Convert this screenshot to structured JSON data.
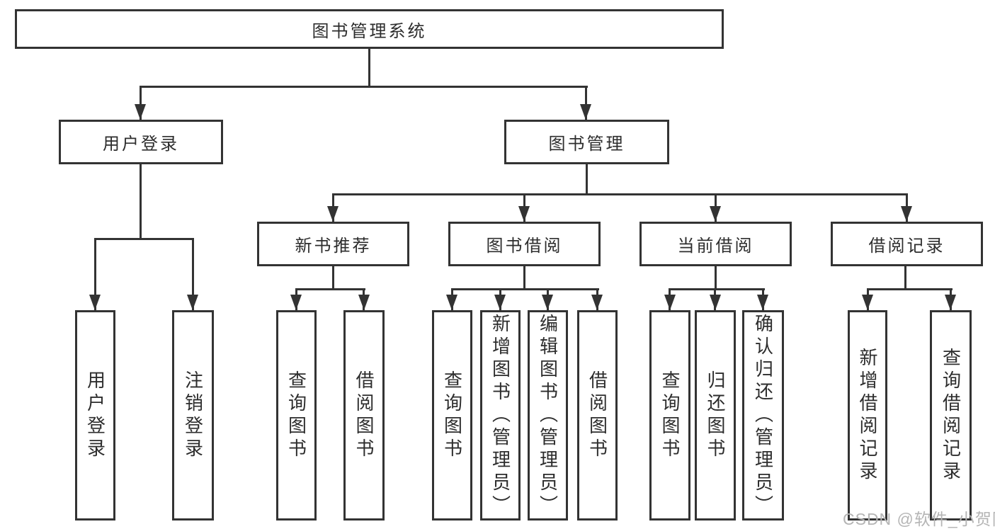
{
  "diagram": {
    "type": "hierarchy-tree",
    "title": "图书管理系统",
    "nodes": {
      "root": "图书管理系统",
      "user_login": "用户登录",
      "book_mgmt": "图书管理",
      "new_book_rec": "新书推荐",
      "book_borrow": "图书借阅",
      "current_borrow": "当前借阅",
      "borrow_record": "借阅记录",
      "leaf_user_login": "用户登录",
      "leaf_logout": "注销登录",
      "leaf_nbr_query": "查询图书",
      "leaf_nbr_borrow": "借阅图书",
      "leaf_bb_query": "查询图书",
      "leaf_bb_add": "新增图书（管理员）",
      "leaf_bb_edit": "编辑图书（管理员）",
      "leaf_bb_borrow": "借阅图书",
      "leaf_cb_query": "查询图书",
      "leaf_cb_return": "归还图书",
      "leaf_cb_confirm": "确认归还（管理员）",
      "leaf_br_add": "新增借阅记录",
      "leaf_br_query": "查询借阅记录"
    },
    "edges": [
      [
        "图书管理系统",
        "用户登录"
      ],
      [
        "图书管理系统",
        "图书管理"
      ],
      [
        "用户登录",
        "用户登录"
      ],
      [
        "用户登录",
        "注销登录"
      ],
      [
        "图书管理",
        "新书推荐"
      ],
      [
        "图书管理",
        "图书借阅"
      ],
      [
        "图书管理",
        "当前借阅"
      ],
      [
        "图书管理",
        "借阅记录"
      ],
      [
        "新书推荐",
        "查询图书"
      ],
      [
        "新书推荐",
        "借阅图书"
      ],
      [
        "图书借阅",
        "查询图书"
      ],
      [
        "图书借阅",
        "新增图书（管理员）"
      ],
      [
        "图书借阅",
        "编辑图书（管理员）"
      ],
      [
        "图书借阅",
        "借阅图书"
      ],
      [
        "当前借阅",
        "查询图书"
      ],
      [
        "当前借阅",
        "归还图书"
      ],
      [
        "当前借阅",
        "确认归还（管理员）"
      ],
      [
        "借阅记录",
        "新增借阅记录"
      ],
      [
        "借阅记录",
        "查询借阅记录"
      ]
    ],
    "colors": {
      "line": "#333333",
      "text": "#2d2d2d",
      "watermark": "#b5b5b5",
      "background": "#ffffff"
    }
  },
  "watermark": "CSDN @软件_小贺同学"
}
